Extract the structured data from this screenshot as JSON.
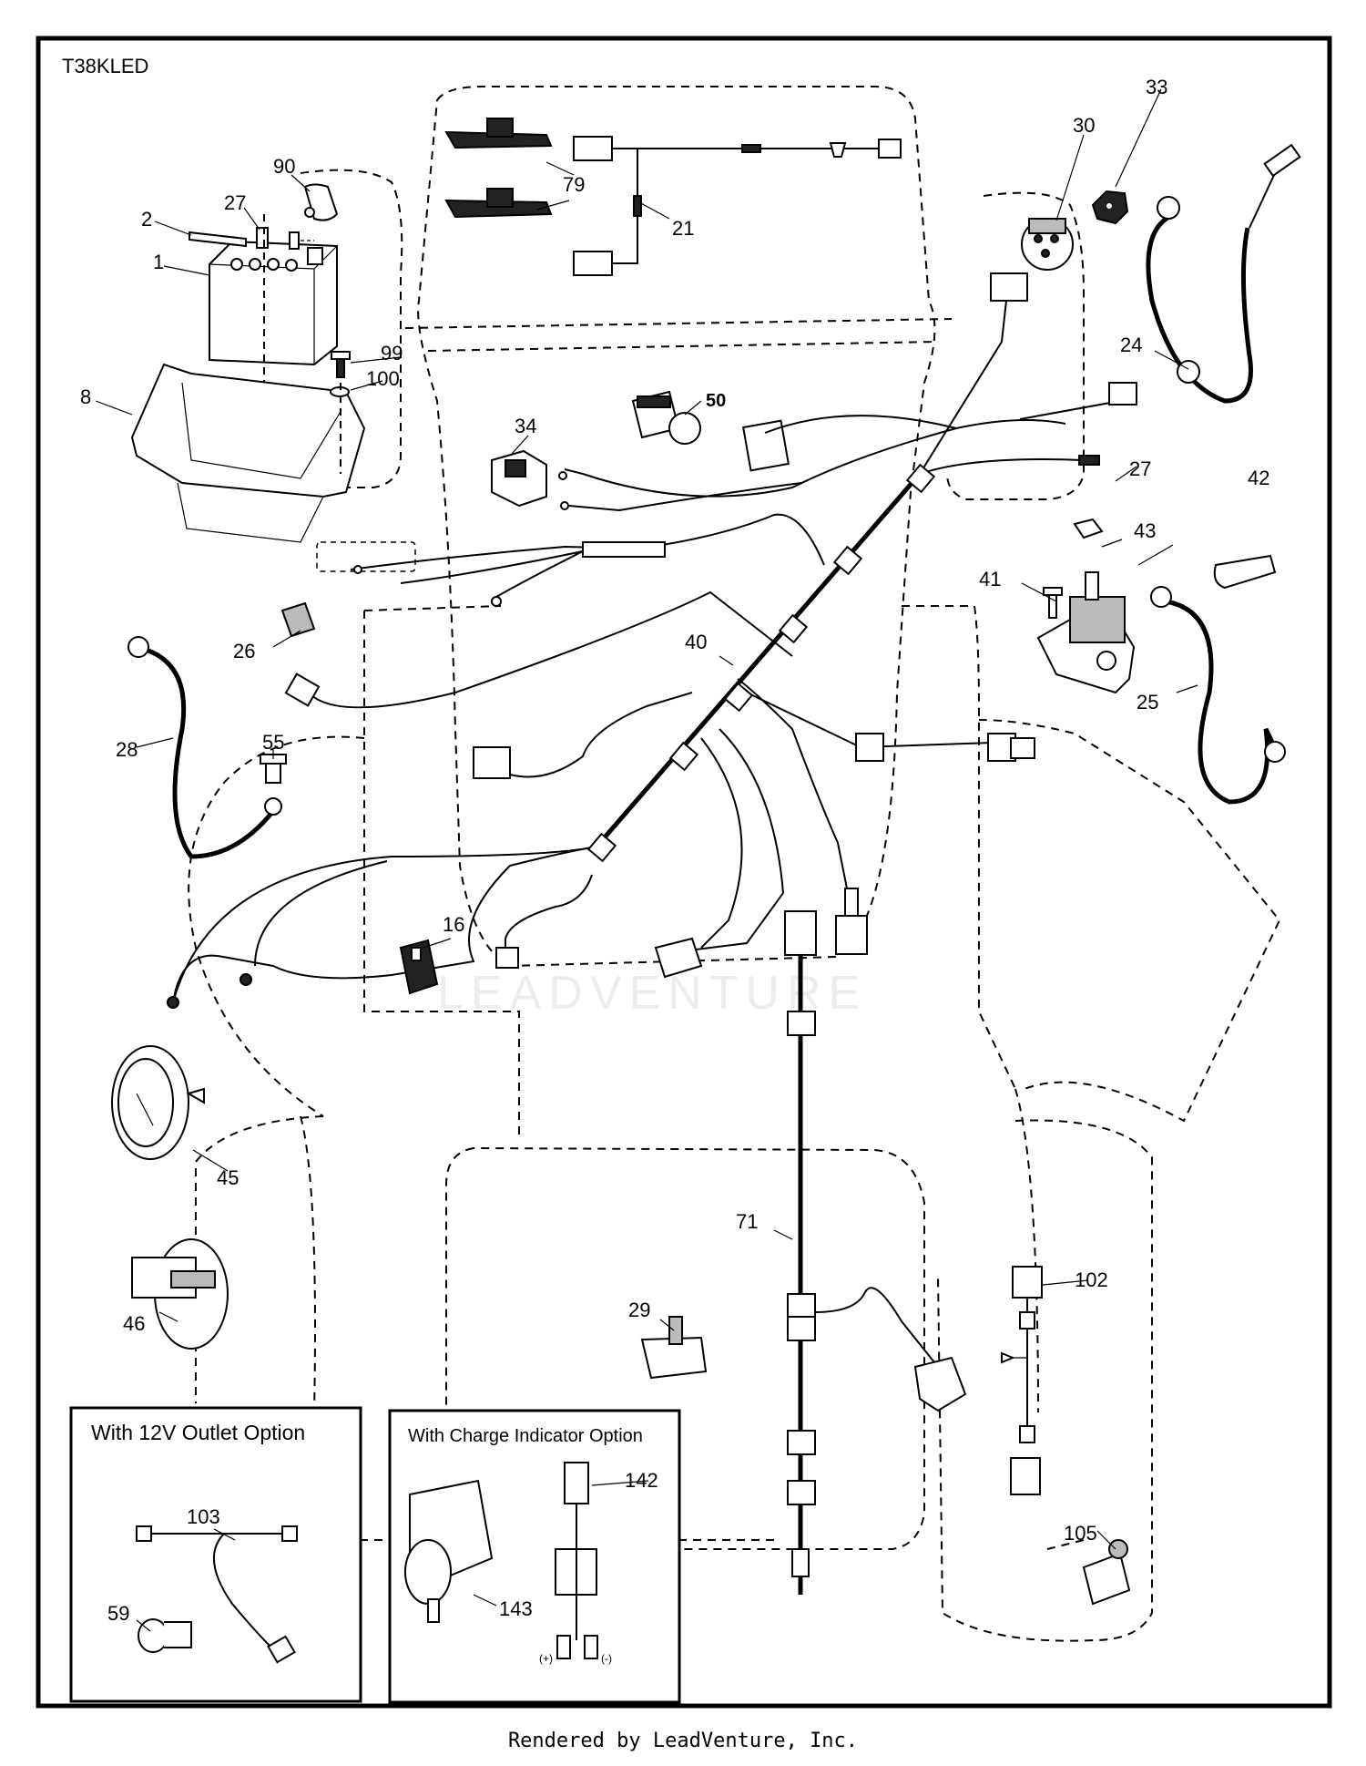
{
  "model_code": "T38KLED",
  "footer": "Rendered by LeadVenture, Inc.",
  "watermark": "LEADVENTURE",
  "callouts": {
    "c90": "90",
    "c2": "2",
    "c27a": "27",
    "c1": "1",
    "c8": "8",
    "c99": "99",
    "c100": "100",
    "c79": "79",
    "c21": "21",
    "c30": "30",
    "c33": "33",
    "c24": "24",
    "c34": "34",
    "c50": "50",
    "c27b": "27",
    "c42": "42",
    "c43": "43",
    "c41": "41",
    "c26": "26",
    "c40": "40",
    "c25": "25",
    "c28": "28",
    "c55": "55",
    "c16": "16",
    "c45": "45",
    "c46": "46",
    "c71": "71",
    "c29": "29",
    "c102": "102",
    "c105": "105",
    "c103": "103",
    "c59": "59",
    "c142": "142",
    "c143": "143"
  },
  "insets": {
    "outlet": {
      "title": "With 12V Outlet Option"
    },
    "charge": {
      "title": "With Charge Indicator Option",
      "plus": "(+)",
      "minus": "(-)"
    }
  }
}
